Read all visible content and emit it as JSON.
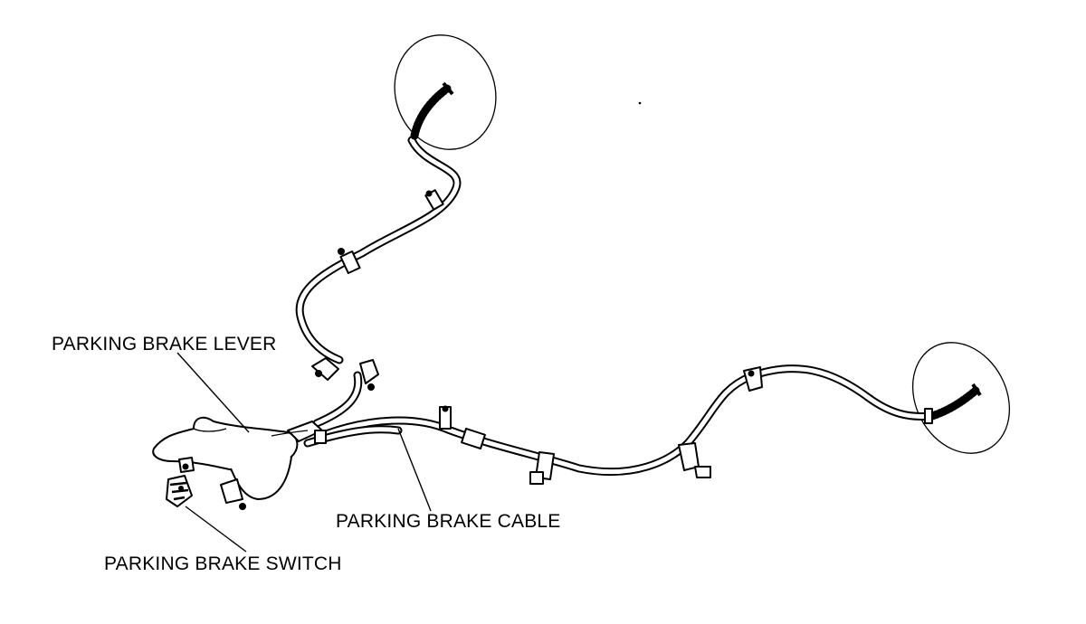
{
  "labels": {
    "lever": "PARKING BRAKE LEVER",
    "cable": "PARKING BRAKE CABLE",
    "switch": "PARKING BRAKE SWITCH"
  }
}
